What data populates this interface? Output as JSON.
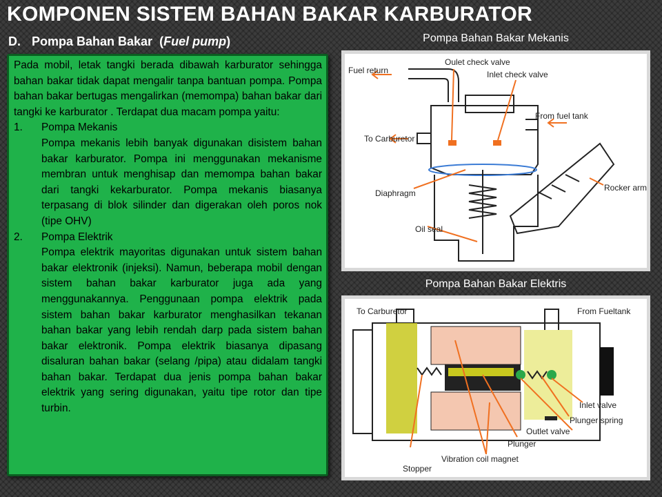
{
  "title": "KOMPONEN SISTEM BAHAN BAKAR KARBURATOR",
  "subtitle": {
    "letter": "D.",
    "text": "Pompa Bahan Bakar",
    "paren_open": "(",
    "italic": "Fuel pump",
    "paren_close": ")"
  },
  "captions": {
    "mechanical": "Pompa Bahan Bakar Mekanis",
    "electric": "Pompa Bahan Bakar Elektris"
  },
  "body": {
    "intro": "Pada mobil, letak tangki berada dibawah karburator sehingga bahan bakar tidak dapat mengalir tanpa bantuan pompa. Pompa bahan bakar bertugas mengalirkan (memompa) bahan bakar dari tangki ke karburator . Terdapat dua macam pompa yaitu:",
    "items": [
      {
        "num": "1.",
        "heading": "Pompa Mekanis",
        "text": "Pompa mekanis lebih banyak digunakan disistem bahan bakar karburator. Pompa ini menggunakan mekanisme membran untuk menghisap dan memompa bahan bakar dari tangki kekarburator. Pompa mekanis biasanya terpasang di blok silinder dan digerakan oleh poros nok (tipe OHV)"
      },
      {
        "num": "2.",
        "heading": "Pompa Elektrik",
        "text": "Pompa elektrik mayoritas digunakan untuk sistem bahan bakar elektronik (injeksi). Namun, beberapa mobil dengan sistem bahan bakar karburator juga ada yang menggunakannya. Penggunaan pompa elektrik pada sistem bahan bakar karburator menghasilkan tekanan bahan bakar yang lebih rendah darp pada sistem bahan bakar elektronik. Pompa elektrik biasanya dipasang disaluran bahan bakar (selang /pipa) atau didalam tangki bahan bakar. Terdapat dua jenis pompa bahan bakar elektrik yang sering digunakan, yaitu tipe rotor dan tipe turbin."
      }
    ]
  },
  "diagram_mechanical": {
    "labels": {
      "outlet_check_valve": "Oulet check valve",
      "inlet_check_valve": "Inlet check valve",
      "fuel_return": "Fuel return",
      "from_fuel_tank": "From fuel tank",
      "to_carburetor": "To Carburetor",
      "diaphragm": "Diaphragm",
      "rocker_arm": "Rocker arm",
      "oil_seal": "Oil seal"
    }
  },
  "diagram_electric": {
    "labels": {
      "to_carburetor": "To Carburetor",
      "from_fueltank": "From Fueltank",
      "inlet_valve": "Inlet valve",
      "plunger_spring": "Plunger spring",
      "outlet_valve": "Outlet valve",
      "plunger": "Plunger",
      "vibration_coil_magnet": "Vibration coil magnet",
      "stopper": "Stopper"
    }
  },
  "colors": {
    "text_panel": "#1fb24a",
    "background": "#3c3c3c",
    "highlight_yellow": "#c8c81e",
    "coil_pink": "#f4c7b0",
    "pointer_orange": "#f07020"
  }
}
